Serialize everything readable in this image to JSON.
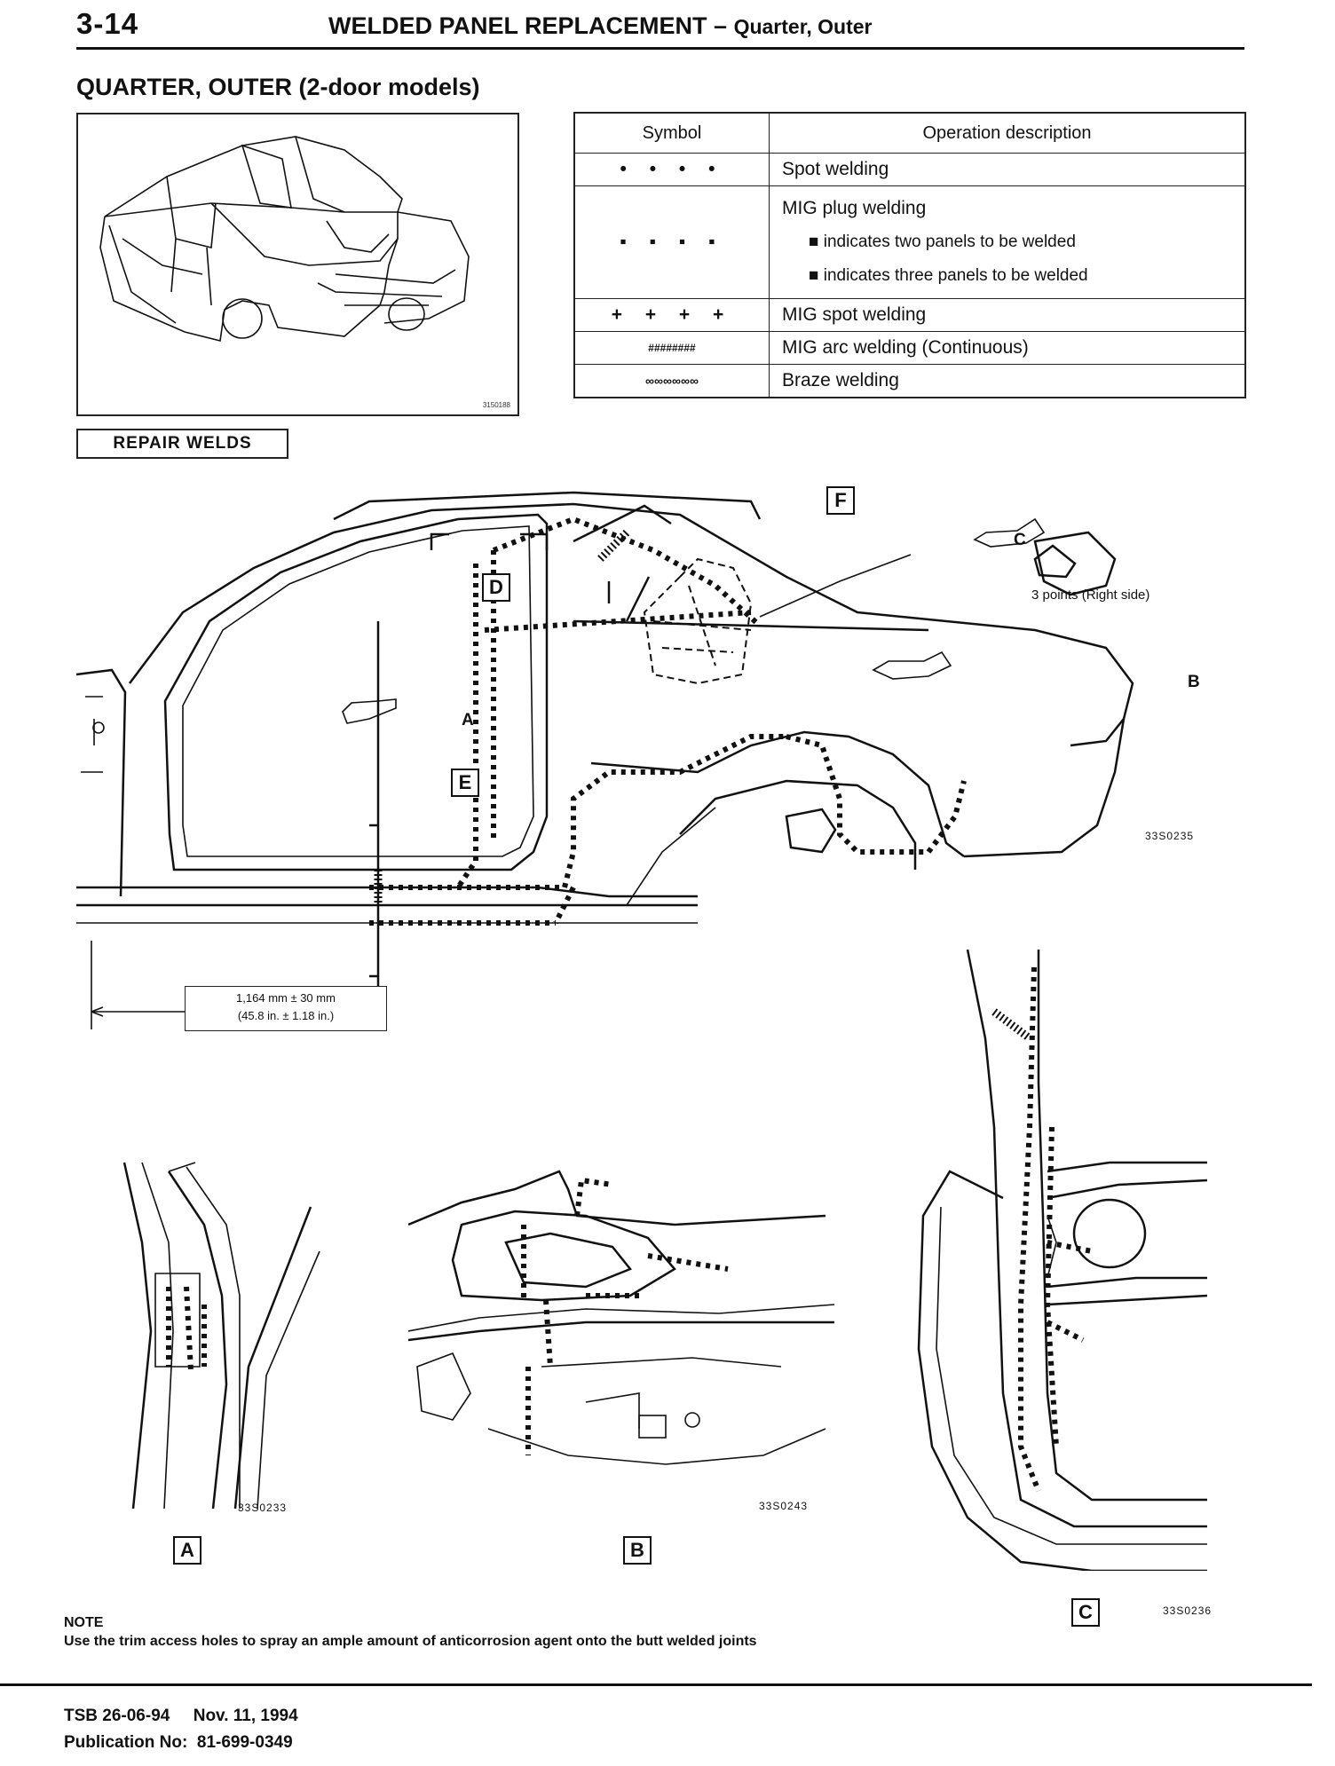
{
  "header": {
    "page_number": "3-14",
    "title": "WELDED PANEL REPLACEMENT –",
    "subtitle": "Quarter, Outer"
  },
  "section_title": "QUARTER, OUTER (2-door models)",
  "illustration_code": "3150188",
  "legend": {
    "col_symbol": "Symbol",
    "col_description": "Operation description",
    "rows": [
      {
        "symbol": "• • • •",
        "desc": "Spot welding"
      },
      {
        "symbol": "▪ ▪ ▪ ▪",
        "desc": "MIG plug welding",
        "sub1": "■ indicates two panels to be welded",
        "sub2": "■ indicates three panels to be welded"
      },
      {
        "symbol": "+ + + +",
        "desc": "MIG spot welding"
      },
      {
        "symbol": "########",
        "desc": "MIG arc welding (Continuous)"
      },
      {
        "symbol": "∞∞∞∞∞∞",
        "desc": "Braze welding"
      }
    ]
  },
  "repair_welds": "REPAIR WELDS",
  "main_diagram": {
    "labels": {
      "A": "A",
      "B": "B",
      "C": "C",
      "D": "D",
      "E": "E",
      "F": "F"
    },
    "callout": "3 points (Right side)",
    "code": "33S0235",
    "dimension_line1": "1,164 mm ± 30 mm",
    "dimension_line2": "(45.8 in. ± 1.18 in.)"
  },
  "details": {
    "a": {
      "label": "A",
      "code": "33S0233"
    },
    "b": {
      "label": "B",
      "code": "33S0243"
    },
    "c": {
      "label": "C",
      "code": "33S0236"
    }
  },
  "note": {
    "heading": "NOTE",
    "text": "Use the trim access holes to spray an ample amount of anticorrosion agent onto the butt welded joints"
  },
  "footer": {
    "tsb": "TSB 26-06-94     Nov. 11, 1994",
    "publication": "Publication No:  81-699-0349"
  }
}
